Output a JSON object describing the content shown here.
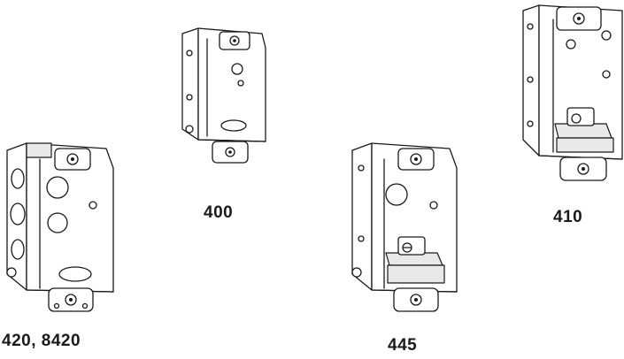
{
  "products": [
    {
      "id": "box-420",
      "label": "420, 8420",
      "icon": "switch-box-octagonal-knockouts-icon"
    },
    {
      "id": "box-400",
      "label": "400",
      "icon": "switch-box-small-icon"
    },
    {
      "id": "box-445",
      "label": "445",
      "icon": "switch-box-clamp-icon"
    },
    {
      "id": "box-410",
      "label": "410",
      "icon": "switch-box-large-clamp-icon"
    }
  ],
  "colors": {
    "ink": "#1a1a1a",
    "background": "#ffffff",
    "shade": "#e9e9e9"
  }
}
